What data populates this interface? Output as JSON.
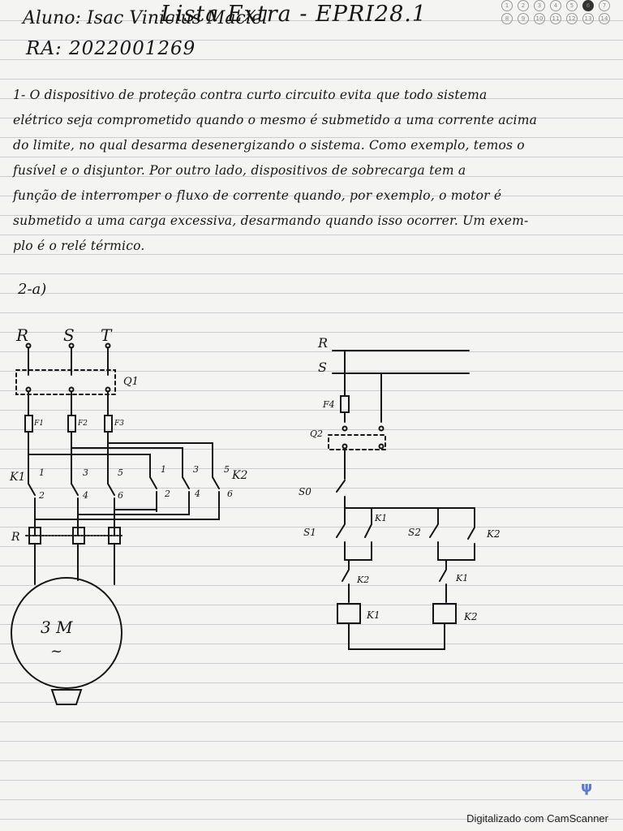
{
  "header": {
    "title": "Lista Extra - EPRI28.1",
    "aluno": "Aluno: Isac Vinicius Maciel",
    "ra": "RA: 2022001269",
    "page_marks": [
      "1",
      "2",
      "3",
      "4",
      "5",
      "6",
      "7",
      "8",
      "9",
      "10",
      "11",
      "12",
      "13",
      "14"
    ]
  },
  "answer1": {
    "lines": [
      "1- O dispositivo de proteção contra curto circuito evita que todo sistema",
      "elétrico seja comprometido quando o mesmo é submetido a uma corrente acima",
      "do limite, no qual desarma desenergizando o sistema. Como exemplo, temos o",
      "fusível e o disjuntor. Por outro lado, dispositivos de sobrecarga tem a",
      "função de interromper o fluxo de corrente quando, por exemplo, o motor é",
      "submetido a uma carga excessiva, desarmando quando isso ocorrer. Um exem-",
      "plo é o relé térmico."
    ]
  },
  "answer2": {
    "label": "2-a)"
  },
  "power_diagram": {
    "phases": [
      "R",
      "S",
      "T"
    ],
    "breaker": "Q1",
    "fuses": [
      "F1",
      "F2",
      "F3"
    ],
    "k1_label": "K1",
    "k2_label": "K2",
    "k1_top": [
      "1",
      "3",
      "5"
    ],
    "k1_bottom": [
      "2",
      "4",
      "6"
    ],
    "k2_top": [
      "1",
      "3",
      "5"
    ],
    "k2_bottom": [
      "2",
      "4",
      "6"
    ],
    "relay": "R",
    "motor": "3 M",
    "motor_symbol": "~"
  },
  "control_diagram": {
    "lines": [
      "R",
      "S"
    ],
    "fuse": "F4",
    "breaker": "Q2",
    "stop": "S0",
    "start1": "S1",
    "start2": "S2",
    "aux1": "K1",
    "aux2": "K2",
    "interlock1": "K2",
    "interlock2": "K1",
    "coil1": "K1",
    "coil2": "K2"
  },
  "footer": {
    "scanner": "Digitalizado com CamScanner",
    "mark": "ψ"
  }
}
